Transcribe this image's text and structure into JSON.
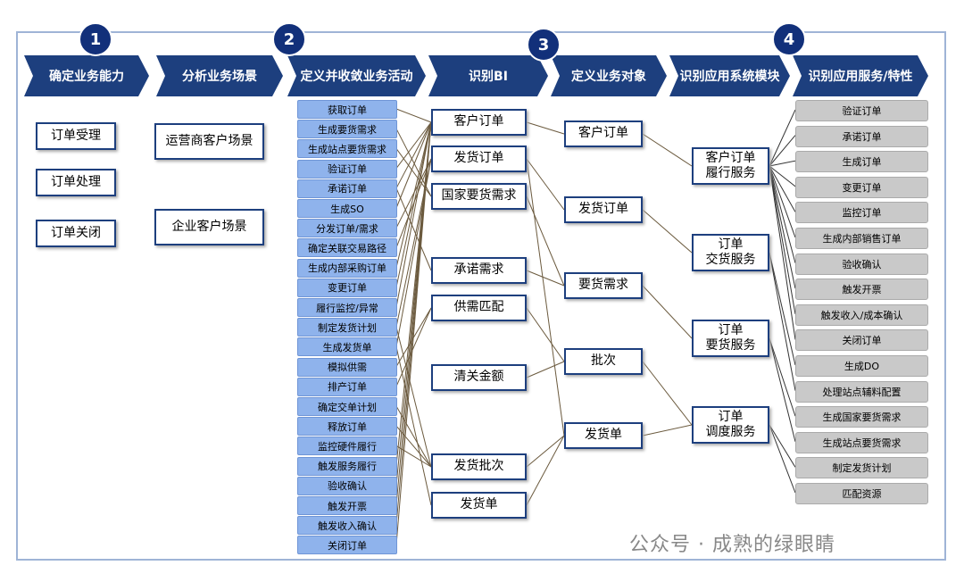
{
  "steps": [
    "1",
    "2",
    "3",
    "4"
  ],
  "headers": [
    "确定业务能力",
    "分析业务场景",
    "定义并收敛业务活动",
    "识别BI",
    "定义业务对象",
    "识别应用系统模块",
    "识别应用服务/特性"
  ],
  "capabilities": [
    "订单受理",
    "订单处理",
    "订单关闭"
  ],
  "scenarios": [
    "运营商客户场景",
    "企业客户场景"
  ],
  "activities": [
    "获取订单",
    "生成要货需求",
    "生成站点要货需求",
    "验证订单",
    "承诺订单",
    "生成SO",
    "分发订单/需求",
    "确定关联交易路径",
    "生成内部采购订单",
    "变更订单",
    "履行监控/异常",
    "制定发货计划",
    "生成发货单",
    "模拟供需",
    "排产订单",
    "确定交单计划",
    "释放订单",
    "监控硬件履行",
    "触发服务履行",
    "验收确认",
    "触发开票",
    "触发收入确认",
    "关闭订单"
  ],
  "bi": [
    "客户订单",
    "发货订单",
    "国家要货需求",
    "承诺需求",
    "供需匹配",
    "清关金额",
    "发货批次",
    "发货单"
  ],
  "objects": [
    "客户订单",
    "发货订单",
    "要货需求",
    "批次",
    "发货单"
  ],
  "modules": [
    [
      "客户订单",
      "履行服务"
    ],
    [
      "订单",
      "交货服务"
    ],
    [
      "订单",
      "要货服务"
    ],
    [
      "订单",
      "调度服务"
    ]
  ],
  "services": [
    "验证订单",
    "承诺订单",
    "生成订单",
    "变更订单",
    "监控订单",
    "生成内部销售订单",
    "验收确认",
    "触发开票",
    "触发收入/成本确认",
    "关闭订单",
    "生成DO",
    "处理站点辅料配置",
    "生成国家要货需求",
    "生成站点要货需求",
    "制定发货计划",
    "匹配资源"
  ],
  "watermark": "公众号 · 成熟的绿眼睛"
}
